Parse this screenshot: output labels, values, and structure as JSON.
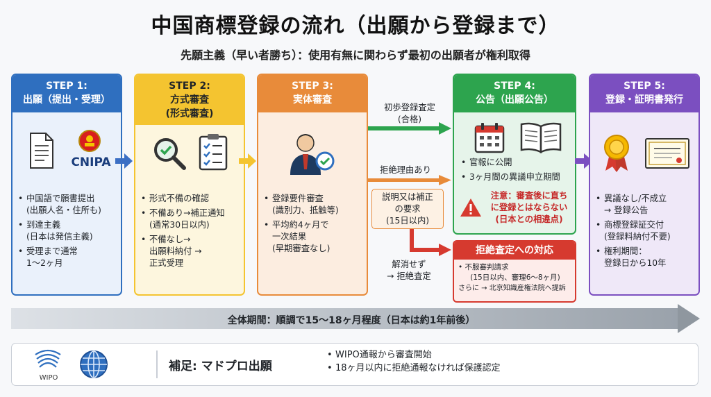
{
  "title": "中国商標登録の流れ（出願から登録まで）",
  "subtitle": "先願主義（早い者勝ち）：使用有無に関わらず最初の出願者が権利取得",
  "colors": {
    "step1": "#2f6fbf",
    "step2": "#f4c430",
    "step3": "#e88b3a",
    "step4": "#2da44e",
    "step5": "#7b4fc0",
    "refusal": "#d63a2f"
  },
  "steps": [
    {
      "num": "STEP 1:",
      "name": "出願（提出・受理）",
      "icon_label": "CNIPA",
      "items": [
        [
          "中国語で願書提出",
          "(出願人名・住所も)"
        ],
        [
          "到達主義",
          "(日本は発信主義)"
        ],
        [
          "受理まで通常",
          "1〜2ヶ月"
        ]
      ]
    },
    {
      "num": "STEP 2:",
      "name_line1": "方式審査",
      "name_line2": "(形式審査)",
      "items": [
        [
          "形式不備の確認"
        ],
        [
          "不備あり→補正通知",
          "(通常30日以内)"
        ],
        [
          "不備なし→",
          "出願料納付 →",
          "正式受理"
        ]
      ]
    },
    {
      "num": "STEP 3:",
      "name": "実体審査",
      "items": [
        [
          "登録要件審査",
          "(識別力、抵触等)"
        ],
        [
          "平均約4ヶ月で",
          "一次結果",
          "(早期審査なし)"
        ]
      ]
    },
    {
      "num": "STEP 4:",
      "name": "公告（出願公告）",
      "items": [
        [
          "官報に公開"
        ],
        [
          "3ヶ月間の異議申立期間"
        ]
      ],
      "warning": [
        "注意：審査後に直ち",
        "に登録とはならない",
        "(日本との相違点)"
      ]
    },
    {
      "num": "STEP 5:",
      "name": "登録・証明書発行",
      "items": [
        [
          "異議なし/不成立",
          "→ 登録公告"
        ],
        [
          "商標登録証交付",
          "(登録料納付不要)"
        ],
        [
          "権利期間：",
          "登録日から10年"
        ]
      ]
    }
  ],
  "branch": {
    "approve_label": [
      "初歩登録査定",
      "(合格)"
    ],
    "reject_label": "拒絶理由あり",
    "explain_box": [
      "説明又は補正",
      "の要求",
      "(15日以内)"
    ],
    "unresolved_label": [
      "解消せず",
      "→ 拒絶査定"
    ]
  },
  "refusal": {
    "title": "拒絶査定への対応",
    "items": [
      "不服審判請求",
      "(15日以内、審理6〜8ヶ月)",
      "さらに → 北京知識産権法院へ提訴"
    ]
  },
  "timeline": "全体期間：順調で15〜18ヶ月程度（日本は約1年前後）",
  "supplement": {
    "wipo_label": "WIPO",
    "title": "補足: マドプロ出願",
    "items": [
      "WIPO通報から審査開始",
      "18ヶ月以内に拒絶通報なければ保護認定"
    ]
  }
}
